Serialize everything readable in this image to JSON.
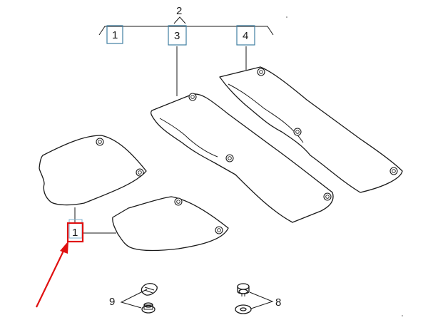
{
  "callouts": {
    "c2": "2",
    "c1_top": "1",
    "c3": "3",
    "c4": "4",
    "c1_highlight": "1",
    "c9": "9",
    "c8": "8"
  },
  "colors": {
    "line": "#1a1a1a",
    "callout_box": "#3f7fa2",
    "highlight": "#e01010"
  }
}
